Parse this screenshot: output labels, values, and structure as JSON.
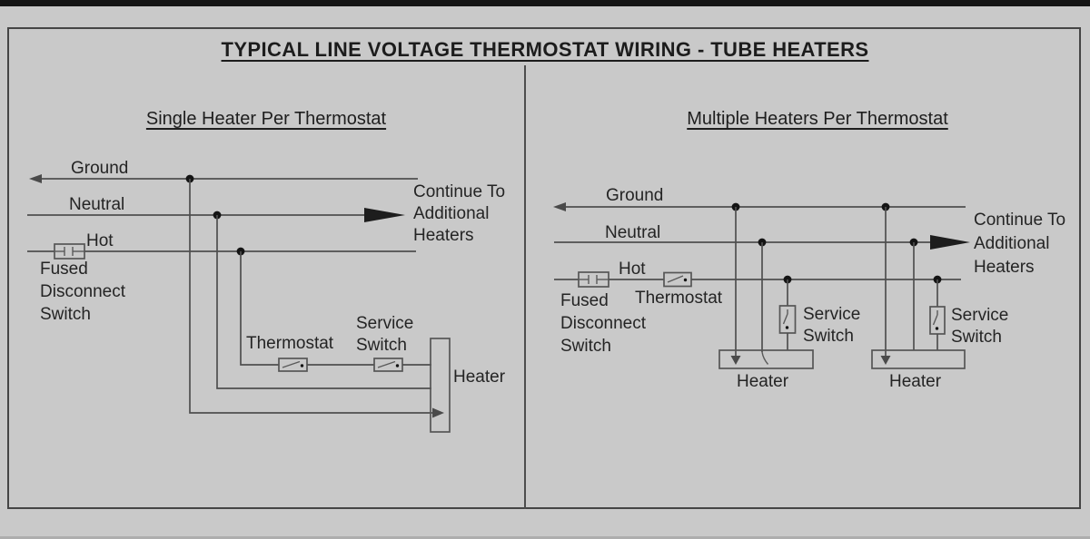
{
  "title": "TYPICAL LINE VOLTAGE THERMOSTAT WIRING - TUBE HEATERS",
  "colors": {
    "background": "#c9c9c9",
    "line": "#4f4f4f",
    "text": "#242424",
    "junction_dot": "#141414",
    "arrow": "#1d1d1d",
    "top_bar": "#151515"
  },
  "panels": {
    "single": {
      "title": "Single Heater Per Thermostat",
      "labels": {
        "ground": "Ground",
        "neutral": "Neutral",
        "hot": "Hot",
        "fused_disconnect": [
          "Fused",
          "Disconnect",
          "Switch"
        ],
        "continue_to": [
          "Continue To",
          "Additional",
          "Heaters"
        ],
        "thermostat": "Thermostat",
        "service_switch": [
          "Service",
          "Switch"
        ],
        "heater": "Heater"
      }
    },
    "multiple": {
      "title": "Multiple Heaters Per Thermostat",
      "labels": {
        "ground": "Ground",
        "neutral": "Neutral",
        "hot": "Hot",
        "fused_disconnect": [
          "Fused",
          "Disconnect",
          "Switch"
        ],
        "thermostat": "Thermostat",
        "continue_to": [
          "Continue To",
          "Additional",
          "Heaters"
        ],
        "service_switch_1": [
          "Service",
          "Switch"
        ],
        "service_switch_2": [
          "Service",
          "Switch"
        ],
        "heater_1": "Heater",
        "heater_2": "Heater"
      }
    }
  }
}
